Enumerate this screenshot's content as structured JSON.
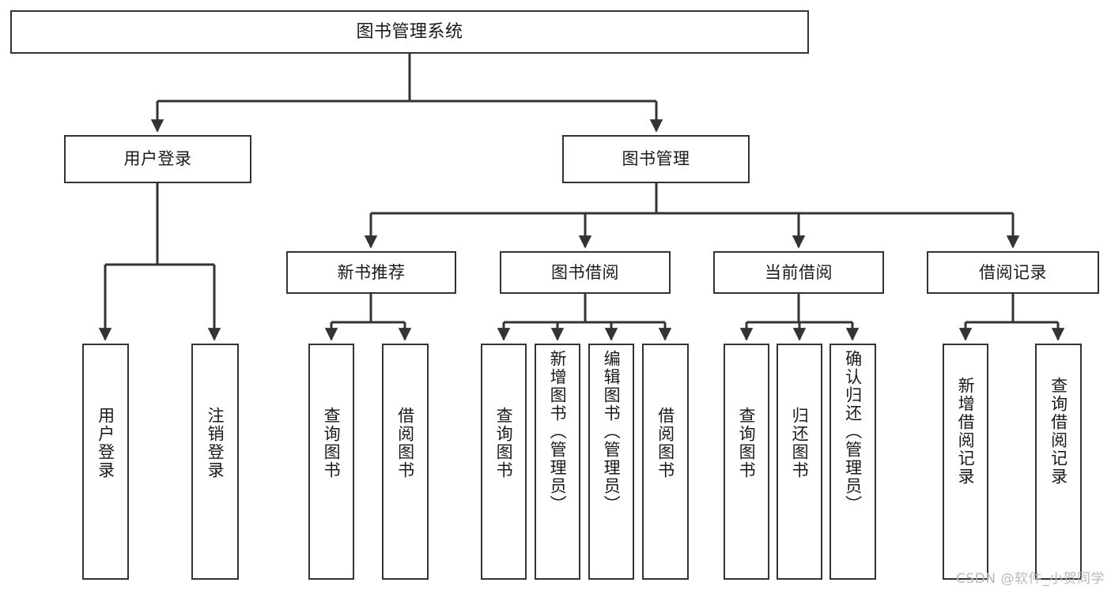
{
  "diagram": {
    "type": "tree",
    "title": "图书管理系统",
    "watermark": "CSDN @软件_小贺同学",
    "colors": {
      "node_border": "#333333",
      "node_fill": "#ffffff",
      "edge": "#333333",
      "text": "#1a1a1a",
      "watermark": "#b9b9b9",
      "background": "#ffffff"
    },
    "nodes": {
      "root": {
        "label": "图书管理系统",
        "orientation": "horizontal"
      },
      "level2": [
        {
          "id": "user-login",
          "label": "用户登录",
          "orientation": "horizontal"
        },
        {
          "id": "book-manage",
          "label": "图书管理",
          "orientation": "horizontal"
        }
      ],
      "level3": [
        {
          "id": "new-book-recommend",
          "label": "新书推荐",
          "orientation": "horizontal"
        },
        {
          "id": "book-borrow",
          "label": "图书借阅",
          "orientation": "horizontal"
        },
        {
          "id": "current-borrow",
          "label": "当前借阅",
          "orientation": "horizontal"
        },
        {
          "id": "borrow-record",
          "label": "借阅记录",
          "orientation": "horizontal"
        }
      ],
      "leaves": [
        {
          "id": "leaf-user-login",
          "label": "用户登录",
          "parent": "user-login",
          "orientation": "vertical"
        },
        {
          "id": "leaf-logout-login",
          "label": "注销登录",
          "parent": "user-login",
          "orientation": "vertical"
        },
        {
          "id": "leaf-query-book-recommend",
          "label": "查询图书",
          "parent": "new-book-recommend",
          "orientation": "vertical"
        },
        {
          "id": "leaf-borrow-book-recommend",
          "label": "借阅图书",
          "parent": "new-book-recommend",
          "orientation": "vertical"
        },
        {
          "id": "leaf-query-book-borrow",
          "label": "查询图书",
          "parent": "book-borrow",
          "orientation": "vertical"
        },
        {
          "id": "leaf-add-book",
          "label": "新增图书（管理员）",
          "parent": "book-borrow",
          "orientation": "vertical"
        },
        {
          "id": "leaf-edit-book",
          "label": "编辑图书（管理员）",
          "parent": "book-borrow",
          "orientation": "vertical"
        },
        {
          "id": "leaf-borrow-book",
          "label": "借阅图书",
          "parent": "book-borrow",
          "orientation": "vertical"
        },
        {
          "id": "leaf-query-book-current",
          "label": "查询图书",
          "parent": "current-borrow",
          "orientation": "vertical"
        },
        {
          "id": "leaf-return-book",
          "label": "归还图书",
          "parent": "current-borrow",
          "orientation": "vertical"
        },
        {
          "id": "leaf-confirm-return",
          "label": "确认归还（管理员）",
          "parent": "current-borrow",
          "orientation": "vertical"
        },
        {
          "id": "leaf-add-borrow-record",
          "label": "新增借阅记录",
          "parent": "borrow-record",
          "orientation": "vertical"
        },
        {
          "id": "leaf-query-borrow-record",
          "label": "查询借阅记录",
          "parent": "borrow-record",
          "orientation": "vertical"
        }
      ]
    }
  }
}
